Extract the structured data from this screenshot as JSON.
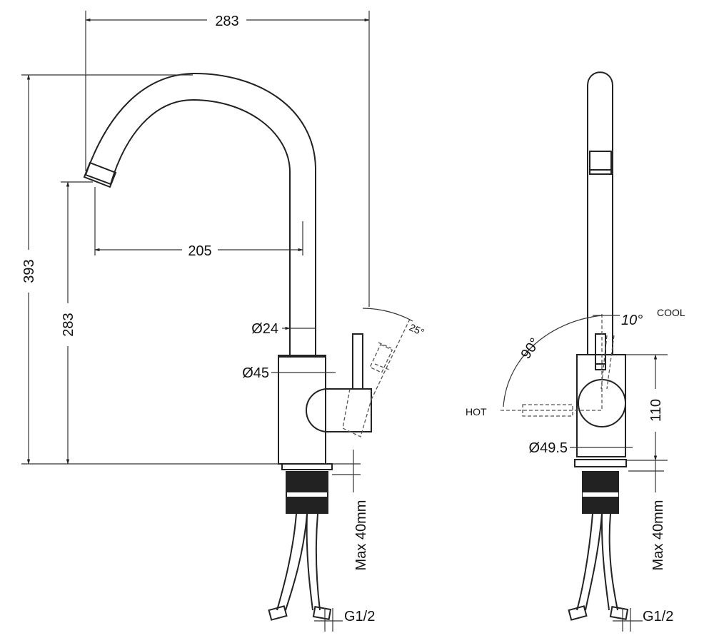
{
  "side_view": {
    "width_total": "283",
    "height_total": "393",
    "spout_height": "283",
    "spout_reach": "205",
    "spout_diameter": "Ø24",
    "body_diameter": "Ø45",
    "lever_angle": "25°",
    "max_thickness": "Max 40mm",
    "connection": "G1/2"
  },
  "front_view": {
    "cool_angle": "10°",
    "cool_label": "COOL",
    "hot_angle": "90°",
    "hot_label": "HOT",
    "body_height": "110",
    "body_diameter": "Ø49.5",
    "max_thickness": "Max 40mm",
    "connection": "G1/2"
  }
}
